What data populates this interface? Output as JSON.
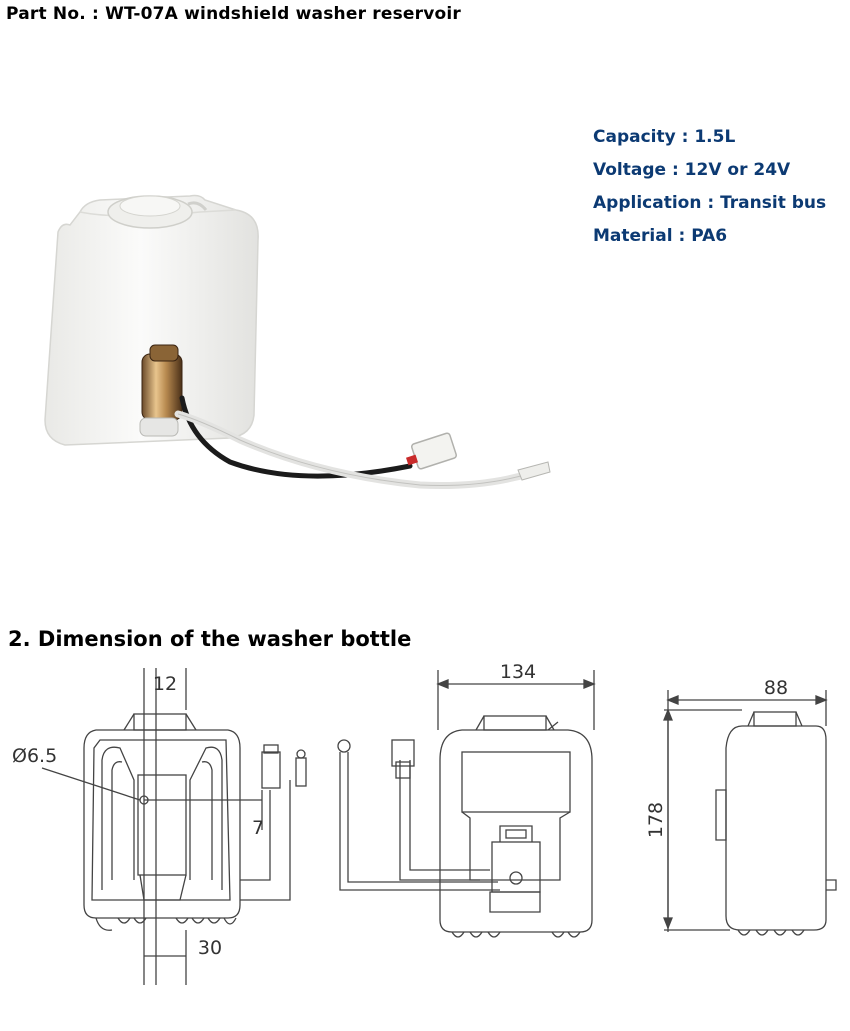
{
  "header": {
    "title": "Part No. : WT-07A windshield washer reservoir"
  },
  "specs": [
    {
      "text": "Capacity : 1.5L"
    },
    {
      "text": "Voltage : 12V or 24V"
    },
    {
      "text": "Application : Transit bus"
    },
    {
      "text": "Material : PA6"
    }
  ],
  "section": {
    "title": "2. Dimension of the washer bottle"
  },
  "dimensions": {
    "top_width": "12",
    "hole_dia": "Ø6.5",
    "side_offset": "7",
    "bottom_width": "30",
    "front_width": "134",
    "side_depth": "88",
    "height": "178"
  },
  "colors": {
    "spec_text": "#0c3a73",
    "line": "#444444",
    "reservoir_body": "#f4f4f2"
  }
}
